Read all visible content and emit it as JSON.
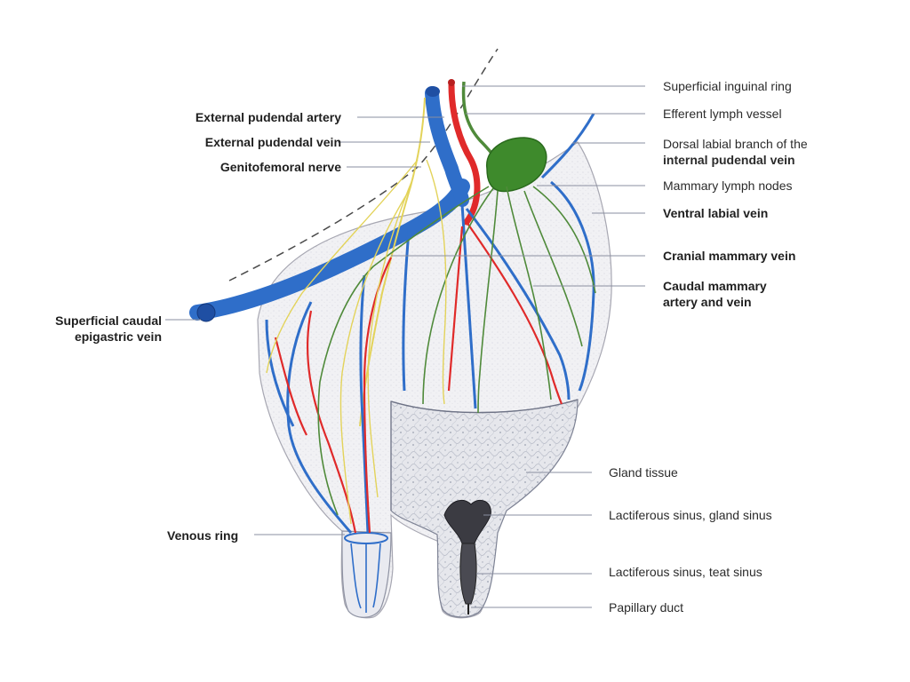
{
  "labels": {
    "superficial_inguinal_ring": "Superficial inguinal ring",
    "efferent_lymph_vessel": "Efferent lymph vessel",
    "dorsal_labial_line1": "Dorsal labial branch of the",
    "dorsal_labial_line2": "internal pudendal vein",
    "mammary_lymph_nodes": "Mammary lymph nodes",
    "ventral_labial_vein": "Ventral labial vein",
    "cranial_mammary_vein": "Cranial mammary vein",
    "caudal_mammary_line1": "Caudal mammary",
    "caudal_mammary_line2": "artery and vein",
    "external_pudendal_artery": "External pudendal artery",
    "external_pudendal_vein": "External pudendal vein",
    "genitofemoral_nerve": "Genitofemoral nerve",
    "superficial_caudal_line1": "Superficial caudal",
    "superficial_caudal_line2": "epigastric vein",
    "gland_tissue": "Gland tissue",
    "gland_sinus": "Lactiferous sinus, gland sinus",
    "teat_sinus": "Lactiferous sinus, teat sinus",
    "papillary_duct": "Papillary duct",
    "venous_ring": "Venous ring"
  },
  "colors": {
    "vein": "#2f6ec9",
    "vein_dark": "#1f4fa3",
    "artery": "#e02a2a",
    "nerve": "#e3d35a",
    "lymph": "#4f8a3a",
    "lymph_node": "#3e8a2c",
    "tissue": "#efeff2",
    "outline": "#9a9aa5",
    "leader": "#8a8fa0"
  }
}
